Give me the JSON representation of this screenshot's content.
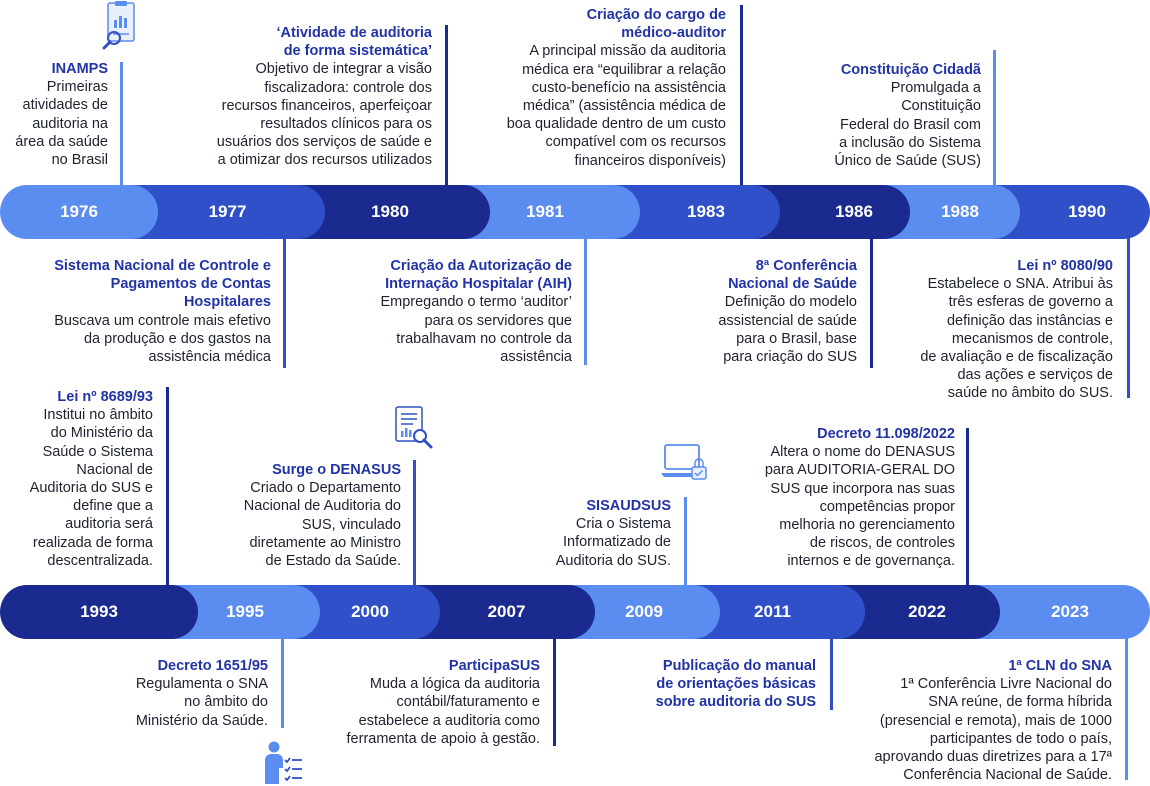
{
  "colors": {
    "dark": "#1a2a8f",
    "mid": "#2f50c8",
    "light": "#5b8cf0"
  },
  "row1": {
    "years": [
      "1976",
      "1977",
      "1980",
      "1981",
      "1983",
      "1986",
      "1988",
      "1990"
    ],
    "top": [
      {
        "title": "INAMPS",
        "desc": "Primeiras\natividades de\nauditoria na\nárea da saúde\nno Brasil"
      },
      {
        "title": "‘Atividade de auditoria\nde forma  sistemática’",
        "desc": "Objetivo de integrar a visão\nfiscalizadora: controle dos\nrecursos financeiros, aperfeiçoar\nresultados clínicos para os\nusuários dos serviços de saúde e\na otimizar dos recursos utilizados"
      },
      {
        "title": "Criação do cargo de\nmédico-auditor",
        "desc": "A principal missão da auditoria\nmédica era “equilibrar a relação\ncusto-benefício na assistência\nmédica” (assistência médica de\nboa qualidade dentro de um custo\ncompatível com os recursos\nfinanceiros disponíveis)"
      },
      {
        "title": "Constituição Cidadã",
        "desc": "Promulgada a\nConstituição\nFederal do Brasil com\na inclusão do Sistema\nÚnico de Saúde (SUS)"
      }
    ],
    "bottom": [
      {
        "title": "Sistema Nacional de Controle e\nPagamentos de Contas\nHospitalares",
        "desc": "Buscava um controle mais efetivo\nda produção e dos gastos na\nassistência médica"
      },
      {
        "title": "Criação da Autorização de\nInternação Hospitalar (AIH)",
        "desc": "Empregando o termo ‘auditor’\npara os servidores que\ntrabalhavam no controle da\nassistência"
      },
      {
        "title": "8ª Conferência\nNacional de Saúde",
        "desc": "Definição do modelo\nassistencial de saúde\npara o Brasil, base\npara criação do SUS"
      },
      {
        "title": "Lei nº 8080/90",
        "desc": "Estabelece o SNA. Atribui às\ntrês esferas de governo a\ndefinição das instâncias e\nmecanismos de controle,\nde avaliação e de fiscalização\ndas ações e serviços de\nsaúde no âmbito do SUS."
      }
    ]
  },
  "row2": {
    "years": [
      "1993",
      "1995",
      "2000",
      "2007",
      "2009",
      "2011",
      "2022",
      "2023"
    ],
    "top": [
      {
        "title": "Lei nº 8689/93",
        "desc": "Institui no âmbito\ndo Ministério da\nSaúde o Sistema\nNacional de\nAuditoria do SUS e\ndefine que a\nauditoria será\nrealizada de forma\ndescentralizada."
      },
      {
        "title": "Surge o DENASUS",
        "desc": "Criado o Departamento\nNacional de Auditoria do\nSUS, vinculado\ndiretamente ao Ministro\nde Estado da Saúde."
      },
      {
        "title": "SISAUDSUS",
        "desc": "Cria o Sistema\nInformatizado de\nAuditoria do SUS."
      },
      {
        "title": "Decreto 11.098/2022",
        "desc": "Altera o nome do DENASUS\npara AUDITORIA-GERAL DO\nSUS que incorpora nas suas\ncompetências propor\nmelhoria no gerenciamento\nde riscos, de controles\ninternos e de governança."
      }
    ],
    "bottom": [
      {
        "title": "Decreto 1651/95",
        "desc": "Regulamenta o SNA\nno âmbito do\nMinistério da Saúde."
      },
      {
        "title": "ParticipaSUS",
        "desc": "Muda a lógica da auditoria\ncontábil/faturamento e\nestabelece a auditoria como\nferramenta de apoio à gestão."
      },
      {
        "title": "Publicação do manual\nde orientações básicas\nsobre auditoria do SUS",
        "desc": ""
      },
      {
        "title": "1ª CLN do SNA",
        "desc": "1ª Conferência Livre Nacional do\nSNA reúne, de forma híbrida\n(presencial e remota), mais de 1000\nparticipantes de todo o país,\naprovando duas diretrizes para a 17ª\nConferência Nacional de Saúde."
      }
    ]
  },
  "icons": [
    "report-clipboard-icon",
    "document-search-icon",
    "laptop-lock-icon",
    "person-checklist-icon"
  ]
}
